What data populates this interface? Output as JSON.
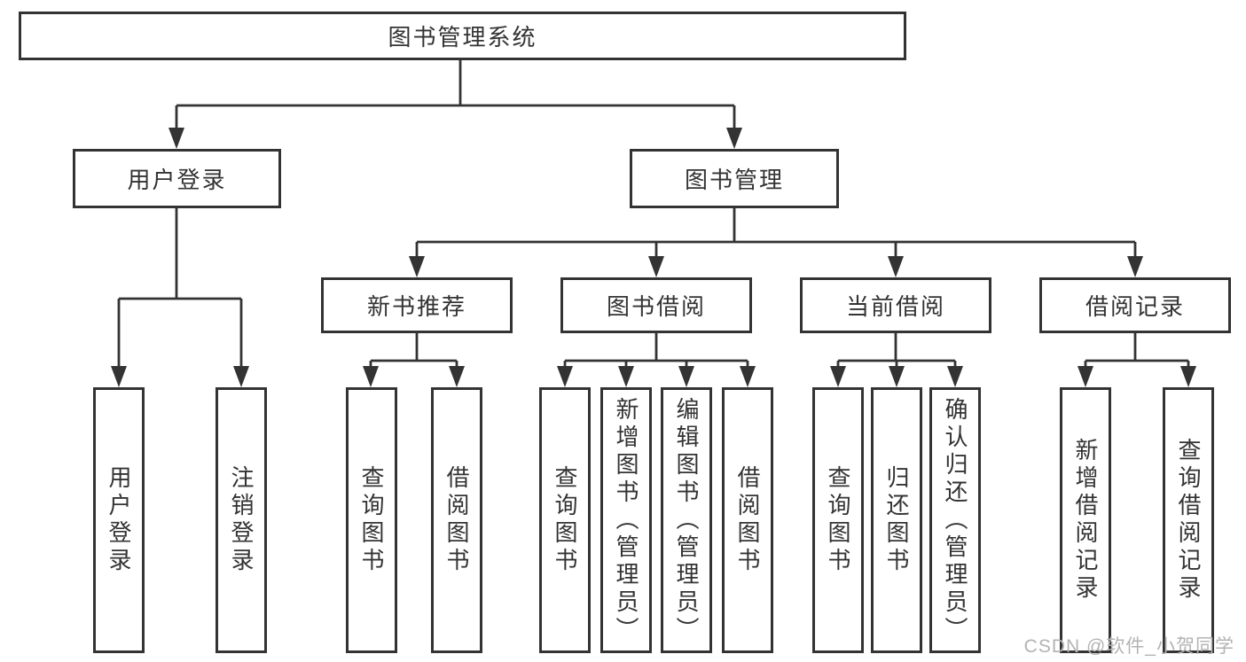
{
  "colors": {
    "background": "#ffffff",
    "line": "#333333",
    "box_border": "#333333",
    "box_background": "#ffffff",
    "text": "#333333",
    "watermark": "#b3b3b3"
  },
  "watermark": {
    "text": "CSDN @软件_小贺同学"
  },
  "tree": {
    "root": {
      "label": "图书管理系统",
      "children": [
        {
          "label": "用户登录",
          "children": [
            {
              "label": "用户登录"
            },
            {
              "label": "注销登录"
            }
          ]
        },
        {
          "label": "图书管理",
          "children": [
            {
              "label": "新书推荐",
              "children": [
                {
                  "label": "查询图书"
                },
                {
                  "label": "借阅图书"
                }
              ]
            },
            {
              "label": "图书借阅",
              "children": [
                {
                  "label": "查询图书"
                },
                {
                  "label": "新增图书（管理员）"
                },
                {
                  "label": "编辑图书（管理员）"
                },
                {
                  "label": "借阅图书"
                }
              ]
            },
            {
              "label": "当前借阅",
              "children": [
                {
                  "label": "查询图书"
                },
                {
                  "label": "归还图书"
                },
                {
                  "label": "确认归还（管理员）"
                }
              ]
            },
            {
              "label": "借阅记录",
              "children": [
                {
                  "label": "新增借阅记录"
                },
                {
                  "label": "查询借阅记录"
                }
              ]
            }
          ]
        }
      ]
    }
  }
}
